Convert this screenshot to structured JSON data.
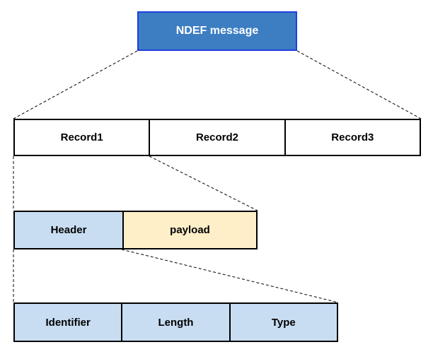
{
  "ndef_message": {
    "label": "NDEF message",
    "fill": "#3d7ec2",
    "border": "#1e3fe0"
  },
  "records": [
    {
      "label": "Record1"
    },
    {
      "label": "Record2"
    },
    {
      "label": "Record3"
    }
  ],
  "record_structure": {
    "header_label": "Header",
    "payload_label": "payload",
    "header_fill": "#c8ddf2",
    "payload_fill": "#ffefc9"
  },
  "header_fields": [
    {
      "label": "Identifier"
    },
    {
      "label": "Length"
    },
    {
      "label": "Type"
    }
  ]
}
